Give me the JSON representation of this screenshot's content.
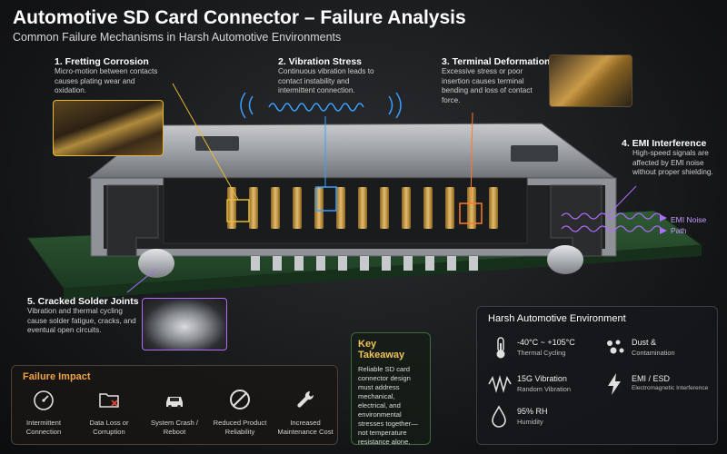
{
  "header": {
    "title": "Automotive SD Card Connector – Failure Analysis",
    "subtitle": "Common Failure Mechanisms in Harsh Automotive Environments"
  },
  "callouts": [
    {
      "title": "1. Fretting Corrosion",
      "desc": "Micro-motion between contacts causes plating wear and oxidation.",
      "color": "#e8b930"
    },
    {
      "title": "2. Vibration Stress",
      "desc": "Continuous vibration leads to contact instability and intermittent connection.",
      "color": "#3aa0ff"
    },
    {
      "title": "3. Terminal Deformation",
      "desc": "Excessive stress or poor insertion causes terminal bending and loss of contact force.",
      "color": "#ff7a2a"
    },
    {
      "title": "4. EMI Interference",
      "desc": "High-speed signals are affected by EMI noise without proper shielding.",
      "color": "#b06cff"
    },
    {
      "title": "5. Cracked Solder Joints",
      "desc": "Vibration and thermal cycling cause solder fatigue, cracks, and eventual open circuits.",
      "color": "#b06cff"
    }
  ],
  "emi_label": "EMI Noise\nPath",
  "key_takeaway": {
    "title": "Key Takeaway",
    "text": "Reliable SD card connector design must address mechanical, electrical, and environmental stresses together—not temperature resistance alone."
  },
  "failure_impact": {
    "title": "Failure Impact",
    "items": [
      {
        "label": "Intermittent Connection",
        "icon": "gauge-icon"
      },
      {
        "label": "Data Loss or Corruption",
        "icon": "folder-x-icon"
      },
      {
        "label": "System Crash / Reboot",
        "icon": "car-icon"
      },
      {
        "label": "Reduced Product Reliability",
        "icon": "prohibited-icon"
      },
      {
        "label": "Increased Maintenance Cost",
        "icon": "wrench-icon"
      }
    ]
  },
  "environment": {
    "title": "Harsh Automotive Environment",
    "items": [
      {
        "value": "-40°C ~ +105°C",
        "sub": "Thermal Cycling",
        "icon": "thermometer-icon"
      },
      {
        "value": "Dust &",
        "sub": "Contamination",
        "icon": "dust-icon"
      },
      {
        "value": "15G Vibration",
        "sub": "Random Vibration",
        "icon": "vibration-icon"
      },
      {
        "value": "EMI / ESD",
        "sub": "Electromagnetic Interference",
        "icon": "lightning-icon"
      },
      {
        "value": "95% RH",
        "sub": "Humidity",
        "icon": "droplet-icon"
      }
    ]
  }
}
